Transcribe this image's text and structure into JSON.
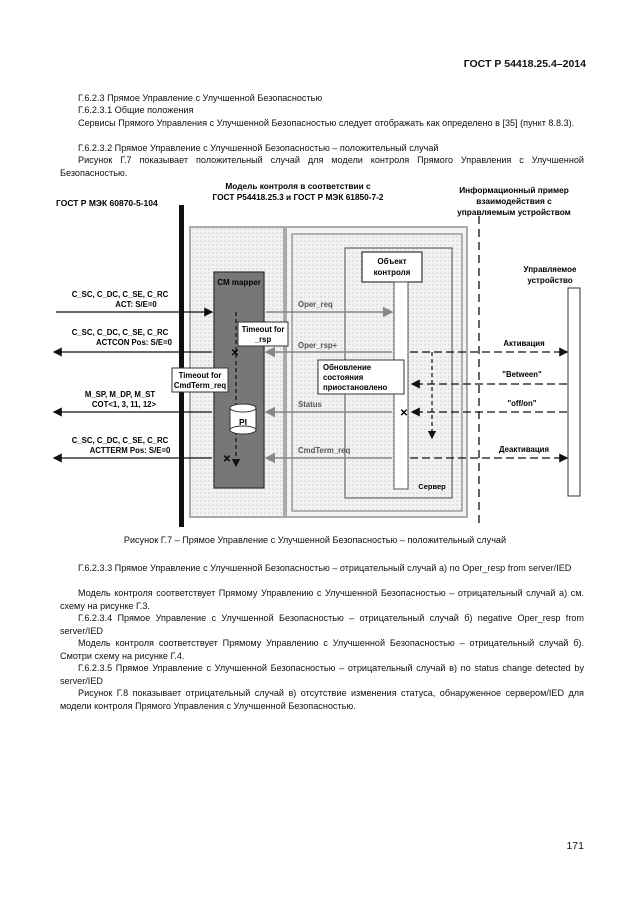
{
  "header": {
    "title": "ГОСТ Р 54418.25.4–2014"
  },
  "top_paragraphs": [
    "Г.6.2.3 Прямое Управление с Улучшенной Безопасностью",
    "Г.6.2.3.1 Общие положения",
    "Сервисы Прямого Управления с Улучшенной Безопасностью следует отображать как определено в [35] (пункт 8.8.3).",
    "Г.6.2.3.2 Прямое Управление с Улучшенной Безопасностью – положительный случай",
    "Рисунок Г.7 показывает положительный случай для модели контроля Прямого Управления с Улучшенной Безопасностью."
  ],
  "figure": {
    "left_title": "ГОСТ Р МЭК 60870-5-104",
    "center_title_1": "Модель контроля в соответствии с",
    "center_title_2": "ГОСТ Р54418.25.3 и ГОСТ Р МЭК 61850-7-2",
    "right_title_1": "Информационный пример",
    "right_title_2": "взаимодействия с",
    "right_title_3": "управляемым устройством",
    "cm_mapper": "CM mapper",
    "object_control_1": "Объект",
    "object_control_2": "контроля",
    "controlled_device_1": "Управляемое",
    "controlled_device_2": "устройство",
    "msg1_line1": "C_SC, C_DC, C_SE, C_RC",
    "msg1_line2": "ACT: S/E=0",
    "msg2_line1": "C_SC, C_DC, C_SE, C_RC",
    "msg2_line2": "ACTCON Pos: S/E=0",
    "msg3_line1": "M_SP, M_DP, M_ST",
    "msg3_line2": "COT<1, 3, 11, 12>",
    "msg4_line1": "C_SC, C_DC, C_SE, C_RC",
    "msg4_line2": "ACTTERM Pos: S/E=0",
    "timeout_resp_1": "Timeout for",
    "timeout_resp_2": "_rsp",
    "timeout_cmd_1": "Timeout for",
    "timeout_cmd_2": "CmdTerm_req",
    "pi": "PI",
    "oper_req": "Oper_req",
    "oper_rsp": "Oper_rsp+",
    "status": "Status",
    "cmdterm_req": "CmdTerm_req",
    "update_1": "Обновление",
    "update_2": "состояния",
    "update_3": "приостановлено",
    "server": "Сервер",
    "activation": "Активация",
    "between": "\"Between\"",
    "offon": "\"off/on\"",
    "deactivation": "Деактивация"
  },
  "caption": "Рисунок Г.7 – Прямое Управление с Улучшенной Безопасностью – положительный случай",
  "bottom_paragraphs": [
    "Г.6.2.3.3 Прямое Управление с Улучшенной Безопасностью – отрицательный случай а) no Oper_resp from server/IED",
    "Модель контроля соответствует Прямому Управлению с Улучшенной Безопасностью – отрицательный случай а) см. схему на рисунке Г.3.",
    "Г.6.2.3.4 Прямое Управление с Улучшенной Безопасностью – отрицательный случай б) negative Oper_resp from server/IED",
    "Модель контроля соответствует Прямому Управлению с Улучшенной Безопасностью – отрицательный случай б). Смотри схему на рисунке Г.4.",
    "Г.6.2.3.5 Прямое Управление с Улучшенной Безопасностью – отрицательный случай в) no status change detected by server/IED",
    "Рисунок Г.8 показывает отрицательный случай в) отсутствие изменения статуса, обнаруженное сервером/IED для модели контроля Прямого Управления с Улучшенной Безопасностью."
  ],
  "page_number": "171"
}
